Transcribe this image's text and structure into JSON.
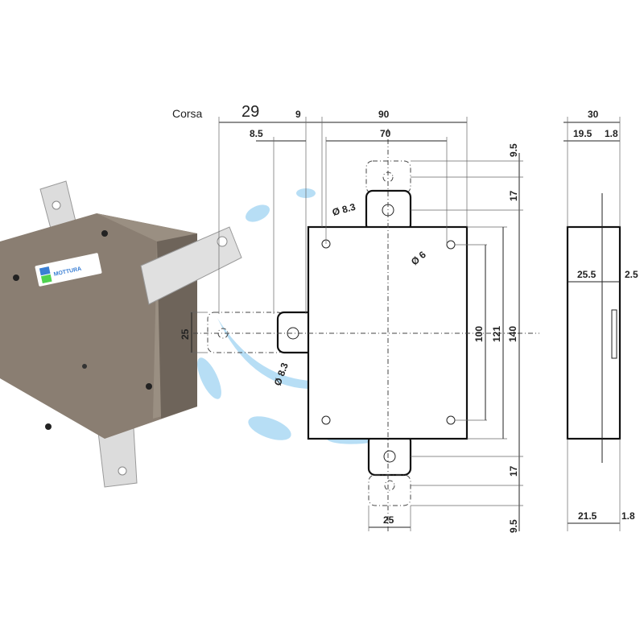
{
  "product": {
    "brand_logo": "MOTTURA",
    "colors": {
      "body": "#8a7e72",
      "bolt": "#d8d8d8",
      "watermark": "#9fd3f2"
    }
  },
  "drawing": {
    "stroke_label": "Corsa",
    "stroke_value": "29",
    "top_dims": {
      "gap": "9",
      "width": "90",
      "offset": "8.5",
      "hole_spacing": "70"
    },
    "top_bolt": {
      "dim_a": "9.5",
      "dim_b": "17",
      "hole_dia": "Ø 8.3"
    },
    "front": {
      "screw_hole_dia": "Ø 6",
      "h1": "100",
      "h2": "121",
      "h3": "140",
      "side_bolt_width": "25",
      "side_bolt_hole": "Ø 8.3"
    },
    "bottom_bolt": {
      "dim_a": "17",
      "dim_b": "9.5",
      "width": "25"
    },
    "side_view": {
      "depth": "30",
      "d1": "19.5",
      "d2": "1.8",
      "inner": "25.5",
      "plate": "2.5",
      "b1": "21.5",
      "b2": "1.8"
    }
  }
}
